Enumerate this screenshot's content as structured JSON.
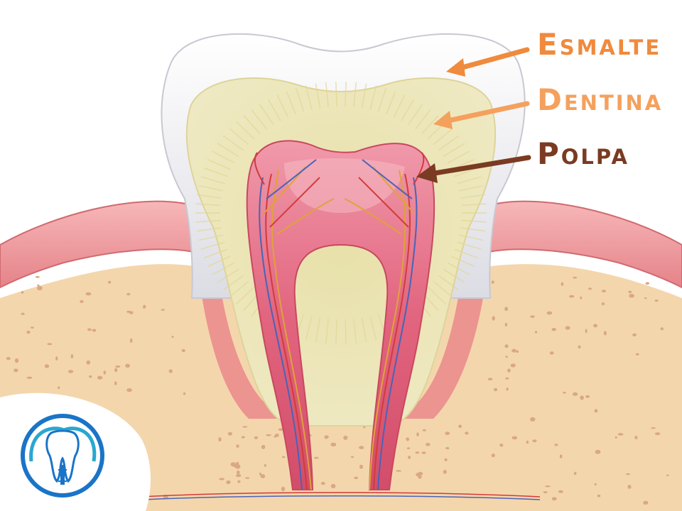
{
  "labels": [
    {
      "id": "enamel",
      "text": "Esmalte",
      "color": "#f08a3c"
    },
    {
      "id": "dentin",
      "text": "Dentina",
      "color": "#f4a15d"
    },
    {
      "id": "pulp",
      "text": "Polpa",
      "color": "#7a3b22"
    }
  ],
  "colors": {
    "gum": "#ef9a9f",
    "gum_edge": "#c9585f",
    "bone": "#f4d6ad",
    "bone_pores": "#d9a884",
    "enamel": "#f3f2f6",
    "dentin": "#efe7b8",
    "pulp": "#de5b78",
    "pulp_light": "#f6b9c3",
    "nerve": "#e0a23a",
    "artery": "#d23b3b",
    "vein": "#4a63b8",
    "logo_blue": "#1a74c8",
    "logo_teal": "#2aa7d0"
  },
  "logo": {
    "icon": "dental-implant-tooth-icon"
  }
}
